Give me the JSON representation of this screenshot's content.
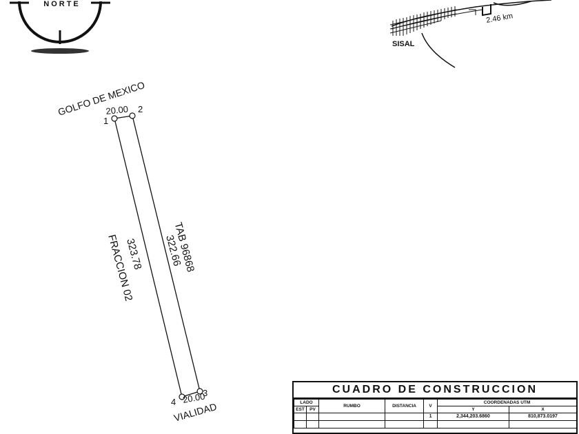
{
  "compass": {
    "label": "NORTE"
  },
  "location_map": {
    "distance_label": "2.46 km",
    "town_label": "SISAL"
  },
  "plan": {
    "sea_label": "GOLFO DE MEXICO",
    "road_label": "VIALIDAD",
    "top_width": "20.00",
    "bottom_width": "20.00",
    "left_length": "323.78",
    "right_length": "322.66",
    "left_neighbor": "FRACCION 02",
    "right_neighbor": "TAB 96868",
    "vertices": [
      "1",
      "2",
      "3",
      "4"
    ]
  },
  "table": {
    "title": "CUADRO DE CONSTRUCCION",
    "headers": {
      "lado": "LADO",
      "est": "EST",
      "pv": "PV",
      "rumbo": "RUMBO",
      "distancia": "DISTANCIA",
      "v": "V",
      "coords": "COORDENADAS UTM",
      "y": "Y",
      "x": "X"
    },
    "rows": [
      {
        "est": "",
        "pv": "",
        "rumbo": "",
        "distancia": "",
        "v": "1",
        "y": "2,344,203.6860",
        "x": "810,873.0197"
      }
    ]
  }
}
